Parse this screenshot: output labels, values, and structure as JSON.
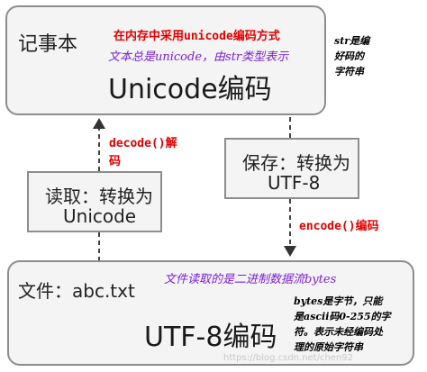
{
  "top_box": {
    "label": "记事本",
    "note_red": "在内存中采用unicode编码方式",
    "note_purple": "文本总是unicode，由str类型表示",
    "title": "Unicode编码"
  },
  "str_note": [
    "str是编",
    "好码的",
    "字符串"
  ],
  "read_box": {
    "line1": "读取：转换为",
    "line2": "Unicode"
  },
  "decode_note": [
    "decode()解",
    "码"
  ],
  "save_box": {
    "line1": "保存：转换为",
    "line2": "UTF-8"
  },
  "encode_note": "encode()编码",
  "bottom_box": {
    "label": "文件：abc.txt",
    "note_purple": "文件读取的是二进制数据流bytes",
    "title": "UTF-8编码"
  },
  "bytes_note": [
    "bytes是字节，只能",
    "是ascii码0-255的字",
    "符。表示未经编码处",
    "理的原始字符串"
  ],
  "watermark": "https://blog.csdn.net/chen92"
}
